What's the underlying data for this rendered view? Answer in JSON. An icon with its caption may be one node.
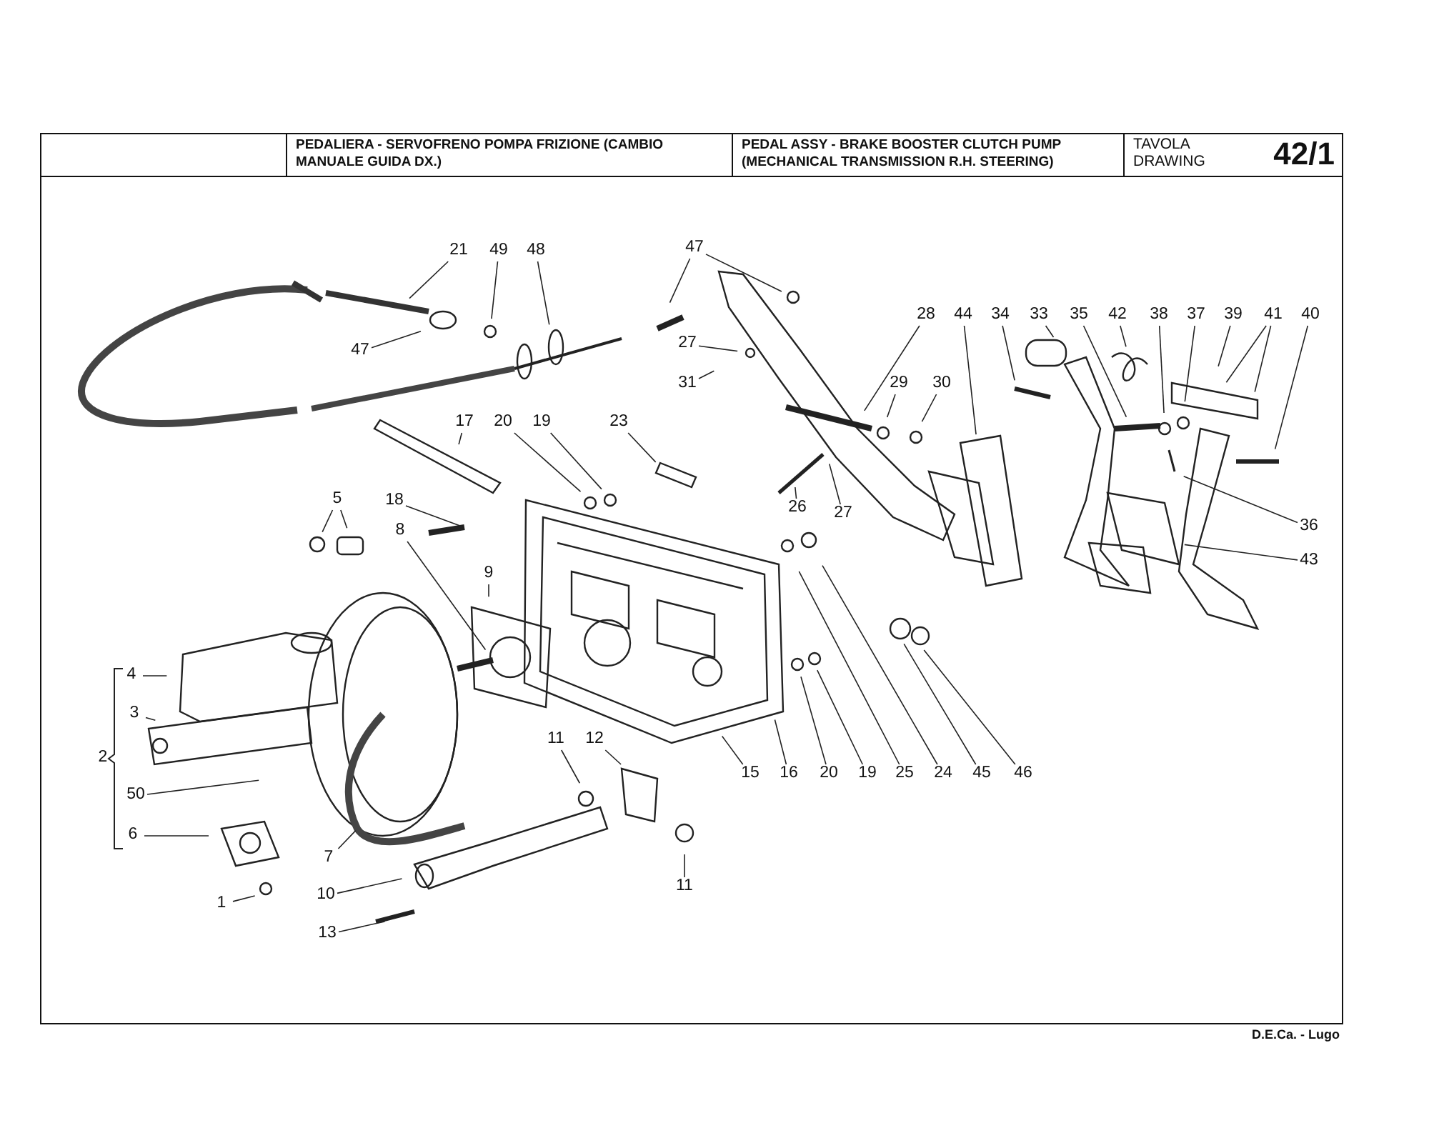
{
  "diagram": {
    "nodes": [
      {
        "text": [
          "21"
        ]
      },
      {
        "text": [
          "49"
        ]
      },
      {
        "text": [
          "48"
        ]
      },
      {
        "text": [
          "47"
        ]
      },
      {
        "text": [
          "28"
        ]
      },
      {
        "text": [
          "44"
        ]
      },
      {
        "text": [
          "34"
        ]
      },
      {
        "text": [
          "33"
        ]
      },
      {
        "text": [
          "35"
        ]
      },
      {
        "text": [
          "42"
        ]
      },
      {
        "text": [
          "38"
        ]
      },
      {
        "text": [
          "37"
        ]
      },
      {
        "text": [
          "39"
        ]
      },
      {
        "text": [
          "41"
        ]
      },
      {
        "text": [
          "40"
        ]
      },
      {
        "text": [
          "47"
        ]
      },
      {
        "text": [
          "27"
        ]
      },
      {
        "text": [
          "31"
        ]
      },
      {
        "text": [
          "29"
        ]
      },
      {
        "text": [
          "30"
        ]
      },
      {
        "text": [
          "17"
        ]
      },
      {
        "text": [
          "20"
        ]
      },
      {
        "text": [
          "19"
        ]
      },
      {
        "text": [
          "23"
        ]
      },
      {
        "text": [
          "5"
        ]
      },
      {
        "text": [
          "18"
        ]
      },
      {
        "text": [
          "26"
        ]
      },
      {
        "text": [
          "27"
        ]
      },
      {
        "text": [
          "36"
        ]
      },
      {
        "text": [
          "8"
        ]
      },
      {
        "text": [
          "43"
        ]
      },
      {
        "text": [
          "9"
        ]
      },
      {
        "text": [
          "4"
        ]
      },
      {
        "text": [
          "3"
        ]
      },
      {
        "text": [
          "11"
        ]
      },
      {
        "text": [
          "12"
        ]
      },
      {
        "text": [
          "15"
        ]
      },
      {
        "text": [
          "16"
        ]
      },
      {
        "text": [
          "20"
        ]
      },
      {
        "text": [
          "19"
        ]
      },
      {
        "text": [
          "25"
        ]
      },
      {
        "text": [
          "24"
        ]
      },
      {
        "text": [
          "45"
        ]
      },
      {
        "text": [
          "46"
        ]
      },
      {
        "text": [
          "50"
        ]
      },
      {
        "text": [
          "6"
        ]
      },
      {
        "text": [
          "7"
        ]
      },
      {
        "text": [
          "11"
        ]
      },
      {
        "text": [
          "10"
        ]
      },
      {
        "text": [
          "1"
        ]
      },
      {
        "text": [
          "13"
        ]
      }
    ],
    "edges": [
      {
        "from": 0,
        "to": null,
        "arrow": "none"
      },
      {
        "from": 1,
        "to": null,
        "arrow": "none"
      },
      {
        "from": 2,
        "to": null,
        "arrow": "none"
      },
      {
        "from": 3,
        "to": null,
        "arrow": "none"
      },
      {
        "from": 3,
        "to": null,
        "arrow": "none"
      },
      {
        "from": 4,
        "to": null,
        "arrow": "none"
      },
      {
        "from": 5,
        "to": null,
        "arrow": "none"
      },
      {
        "from": 6,
        "to": null,
        "arrow": "none"
      },
      {
        "from": 7,
        "to": null,
        "arrow": "none"
      },
      {
        "from": 8,
        "to": null,
        "arrow": "none"
      },
      {
        "from": 9,
        "to": null,
        "arrow": "none"
      },
      {
        "from": 10,
        "to": null,
        "arrow": "none"
      },
      {
        "from": 11,
        "to": null,
        "arrow": "none"
      },
      {
        "from": 12,
        "to": null,
        "arrow": "none"
      },
      {
        "from": 13,
        "to": null,
        "arrow": "none"
      },
      {
        "from": 13,
        "to": null,
        "arrow": "none"
      },
      {
        "from": 14,
        "to": null,
        "arrow": "none"
      },
      {
        "from": 15,
        "to": null,
        "arrow": "none"
      },
      {
        "from": 16,
        "to": null,
        "arrow": "none"
      },
      {
        "from": 17,
        "to": null,
        "arrow": "none"
      },
      {
        "from": 18,
        "to": null,
        "arrow": "none"
      },
      {
        "from": 19,
        "to": null,
        "arrow": "none"
      },
      {
        "from": 20,
        "to": null,
        "arrow": "none"
      },
      {
        "from": 21,
        "to": null,
        "arrow": "none"
      },
      {
        "from": 22,
        "to": null,
        "arrow": "none"
      },
      {
        "from": 23,
        "to": null,
        "arrow": "none"
      },
      {
        "from": 24,
        "to": null,
        "arrow": "none"
      },
      {
        "from": 24,
        "to": null,
        "arrow": "none"
      },
      {
        "from": 25,
        "to": null,
        "arrow": "none"
      },
      {
        "from": 26,
        "to": null,
        "arrow": "none"
      },
      {
        "from": 27,
        "to": null,
        "arrow": "none"
      },
      {
        "from": 28,
        "to": null,
        "arrow": "none"
      },
      {
        "from": 29,
        "to": null,
        "arrow": "none"
      },
      {
        "from": 30,
        "to": null,
        "arrow": "none"
      },
      {
        "from": 31,
        "to": null,
        "arrow": "none"
      },
      {
        "from": 32,
        "to": null,
        "arrow": "none"
      },
      {
        "from": 33,
        "to": null,
        "arrow": "none"
      },
      {
        "from": 34,
        "to": null,
        "arrow": "none"
      },
      {
        "from": 35,
        "to": null,
        "arrow": "none"
      },
      {
        "from": 36,
        "to": null,
        "arrow": "none"
      },
      {
        "from": 37,
        "to": null,
        "arrow": "none"
      },
      {
        "from": 38,
        "to": null,
        "arrow": "none"
      },
      {
        "from": 39,
        "to": null,
        "arrow": "none"
      },
      {
        "from": 40,
        "to": null,
        "arrow": "none"
      },
      {
        "from": 41,
        "to": null,
        "arrow": "none"
      },
      {
        "from": 42,
        "to": null,
        "arrow": "none"
      },
      {
        "from": 43,
        "to": null,
        "arrow": "none"
      },
      {
        "from": 44,
        "to": null,
        "arrow": "none"
      },
      {
        "from": 45,
        "to": null,
        "arrow": "none"
      },
      {
        "from": 46,
        "to": null,
        "arrow": "none"
      },
      {
        "from": 47,
        "to": null,
        "arrow": "none"
      },
      {
        "from": 48,
        "to": null,
        "arrow": "none"
      },
      {
        "from": 49,
        "to": null,
        "arrow": "none"
      },
      {
        "from": 50,
        "to": null,
        "arrow": "none"
      }
    ],
    "labels": [
      "PEDALIERA - SERVOFRENO POMPA FRIZIONE (CAMBIO MANUALE GUIDA DX.)",
      "PEDAL ASSY - BRAKE BOOSTER CLUTCH PUMP (MECHANICAL TRANSMISSION R.H. STEERING)",
      "TAVOLA DRAWING",
      "42/1",
      "2",
      "D.E.Ca. - Lugo"
    ]
  }
}
